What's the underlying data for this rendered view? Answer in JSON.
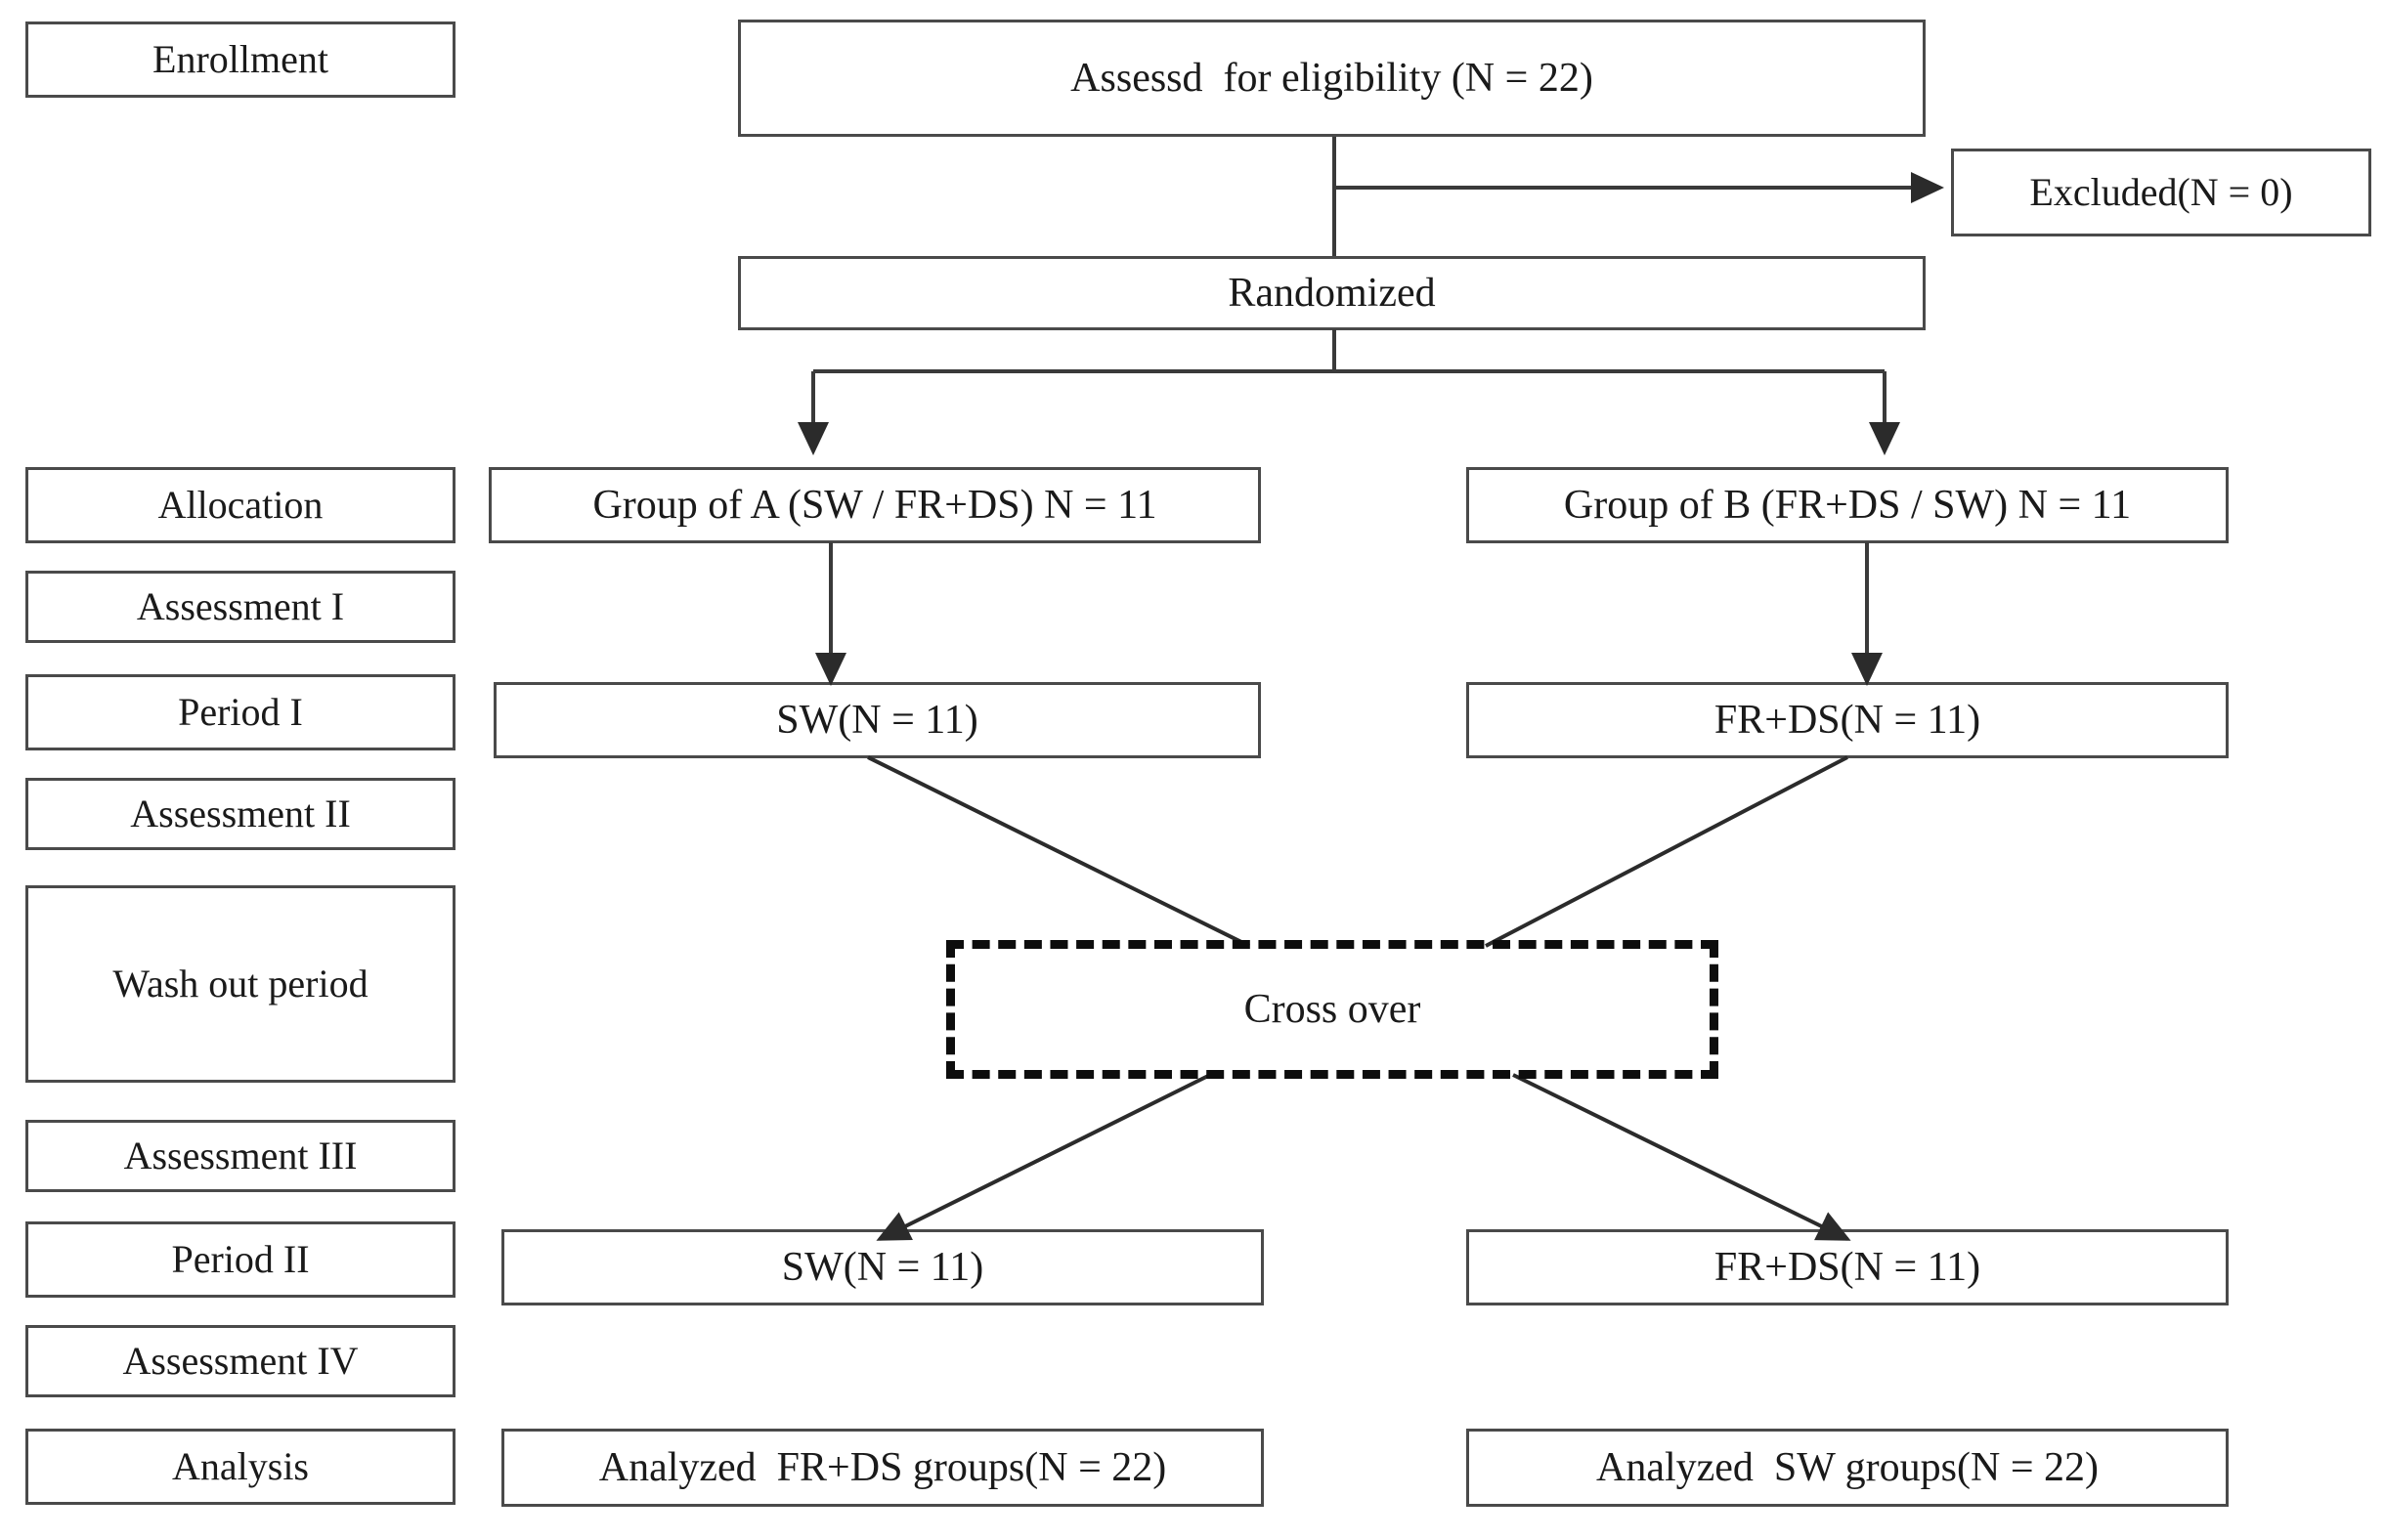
{
  "diagram": {
    "title": "CONSORT crossover trial flow diagram",
    "type": "flowchart",
    "line_color": "#4a4a4a",
    "dash_color": "#0d0d0d",
    "background": "#ffffff"
  },
  "stages": [
    {
      "id": "enrollment",
      "label": "Enrollment"
    },
    {
      "id": "allocation",
      "label": "Allocation"
    },
    {
      "id": "assessment_1",
      "label": "Assessment I"
    },
    {
      "id": "period_1",
      "label": "Period I"
    },
    {
      "id": "assessment_2",
      "label": "Assessment II"
    },
    {
      "id": "wash_out",
      "label": "Wash out period"
    },
    {
      "id": "assessment_3",
      "label": "Assessment III"
    },
    {
      "id": "period_2",
      "label": "Period II"
    },
    {
      "id": "assessment_4",
      "label": "Assessment IV"
    },
    {
      "id": "analysis",
      "label": "Analysis"
    }
  ],
  "nodes": {
    "assessed": {
      "label": "Assessd  for eligibility (N = 22)"
    },
    "excluded": {
      "label": "Excluded(N = 0)"
    },
    "randomized": {
      "label": "Randomized"
    },
    "group_a": {
      "label": "Group of A (SW / FR+DS) N = 11"
    },
    "group_b": {
      "label": "Group of B (FR+DS / SW) N = 11"
    },
    "period1_left": {
      "label": "SW(N = 11)"
    },
    "period1_right": {
      "label": "FR+DS(N = 11)"
    },
    "crossover": {
      "label": "Cross over"
    },
    "period2_left": {
      "label": "SW(N = 11)"
    },
    "period2_right": {
      "label": "FR+DS(N = 11)"
    },
    "analysis_left": {
      "label": "Analyzed  FR+DS groups(N = 22)"
    },
    "analysis_right": {
      "label": "Analyzed  SW groups(N = 22)"
    }
  }
}
